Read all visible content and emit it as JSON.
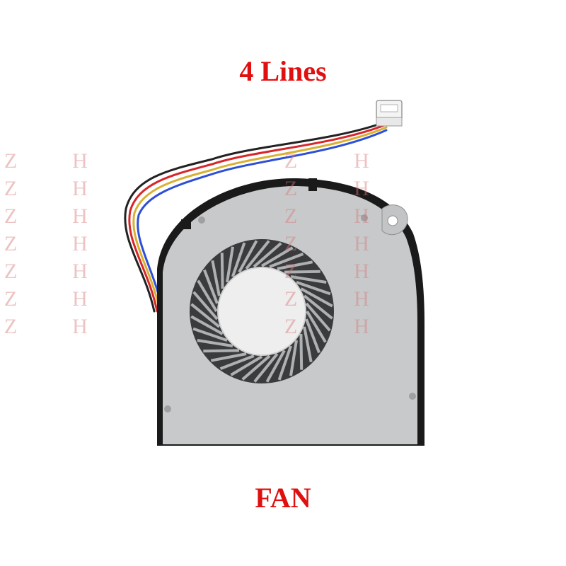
{
  "labels": {
    "top": "4 Lines",
    "bottom": "FAN"
  },
  "watermark": {
    "columns": [
      "Z",
      "H",
      "Z",
      "H"
    ],
    "rows": 7,
    "color": "#d97a7a"
  },
  "colors": {
    "label_red": "#e01010",
    "fan_housing": "#c7c9cb",
    "fan_frame": "#1a1a1a",
    "fan_hub": "#eeeeee",
    "wire_red": "#d7262a",
    "wire_blue": "#2c4fd6",
    "wire_black": "#222222",
    "wire_yellow": "#d8b132"
  }
}
